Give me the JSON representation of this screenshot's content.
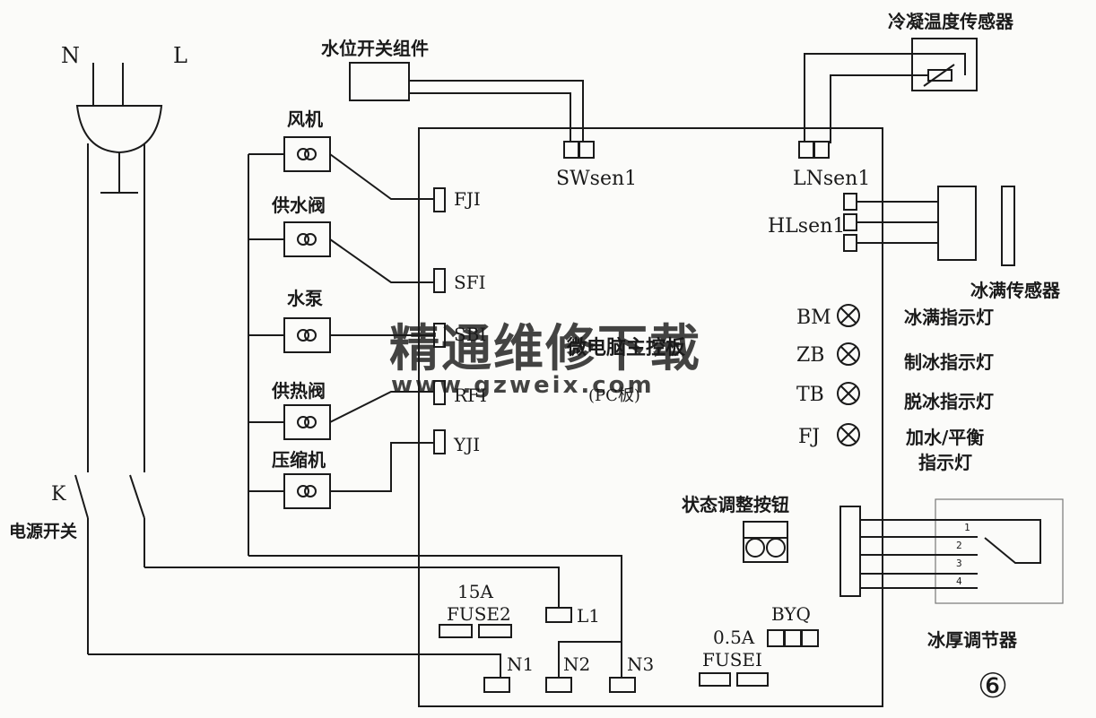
{
  "power": {
    "n_label": "N",
    "l_label": "L",
    "switch_label": "K",
    "switch_name": "电源开关"
  },
  "components": {
    "fan": "风机",
    "water_valve": "供水阀",
    "pump": "水泵",
    "heat_valve": "供热阀",
    "compressor": "压缩机",
    "water_level_switch": "水位开关组件",
    "condense_sensor": "冷凝温度传感器",
    "ice_full_sensor": "冰满传感器",
    "ice_thickness": "冰厚调节器",
    "state_button": "状态调整按钮"
  },
  "board": {
    "title_line1": "微电脑主控板",
    "title_line2": "(PC板)",
    "pins": {
      "fji": "FJI",
      "sfi": "SFI",
      "sbi": "SBI",
      "rfi": "RFI",
      "yji": "YJI",
      "swsen": "SWsen1",
      "lnsen": "LNsen1",
      "hlsen": "HLsen1",
      "l1": "L1",
      "n1": "N1",
      "n2": "N2",
      "n3": "N3",
      "byq": "BYQ"
    },
    "fuse2_rating": "15A",
    "fuse2_name": "FUSE2",
    "fuse1_rating": "0.5A",
    "fuse1_name": "FUSEI"
  },
  "indicators": [
    {
      "code": "BM",
      "label": "冰满指示灯"
    },
    {
      "code": "ZB",
      "label": "制冰指示灯"
    },
    {
      "code": "TB",
      "label": "脱冰指示灯"
    },
    {
      "code": "FJ",
      "label_line1": "加水/平衡",
      "label_line2": "指示灯"
    }
  ],
  "thickness_pins": [
    "1",
    "2",
    "3",
    "4"
  ],
  "watermark": {
    "text": "精通维修下载",
    "url": "www.gzweix.com",
    "color": "#f2b98a"
  },
  "figure_number": "⑥"
}
